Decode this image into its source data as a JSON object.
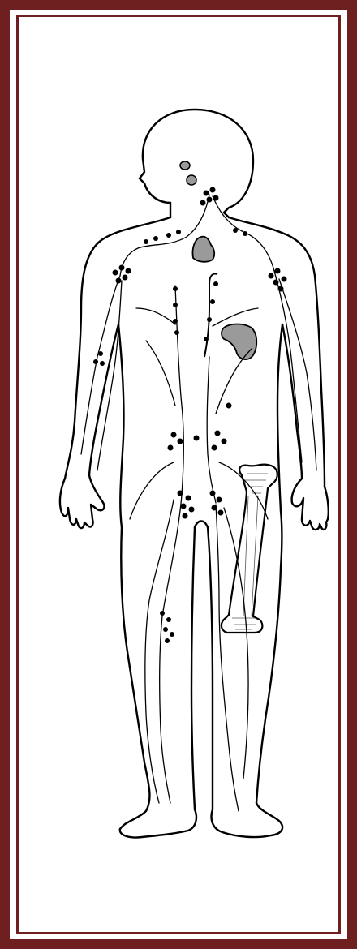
{
  "figure": {
    "frame_color": "#6e1f1f",
    "line_color": "#000000",
    "organ_fill": "#9a9a9a",
    "subject": "human-body",
    "organs": [
      "thymus",
      "tonsils",
      "spleen",
      "bone-marrow"
    ]
  }
}
